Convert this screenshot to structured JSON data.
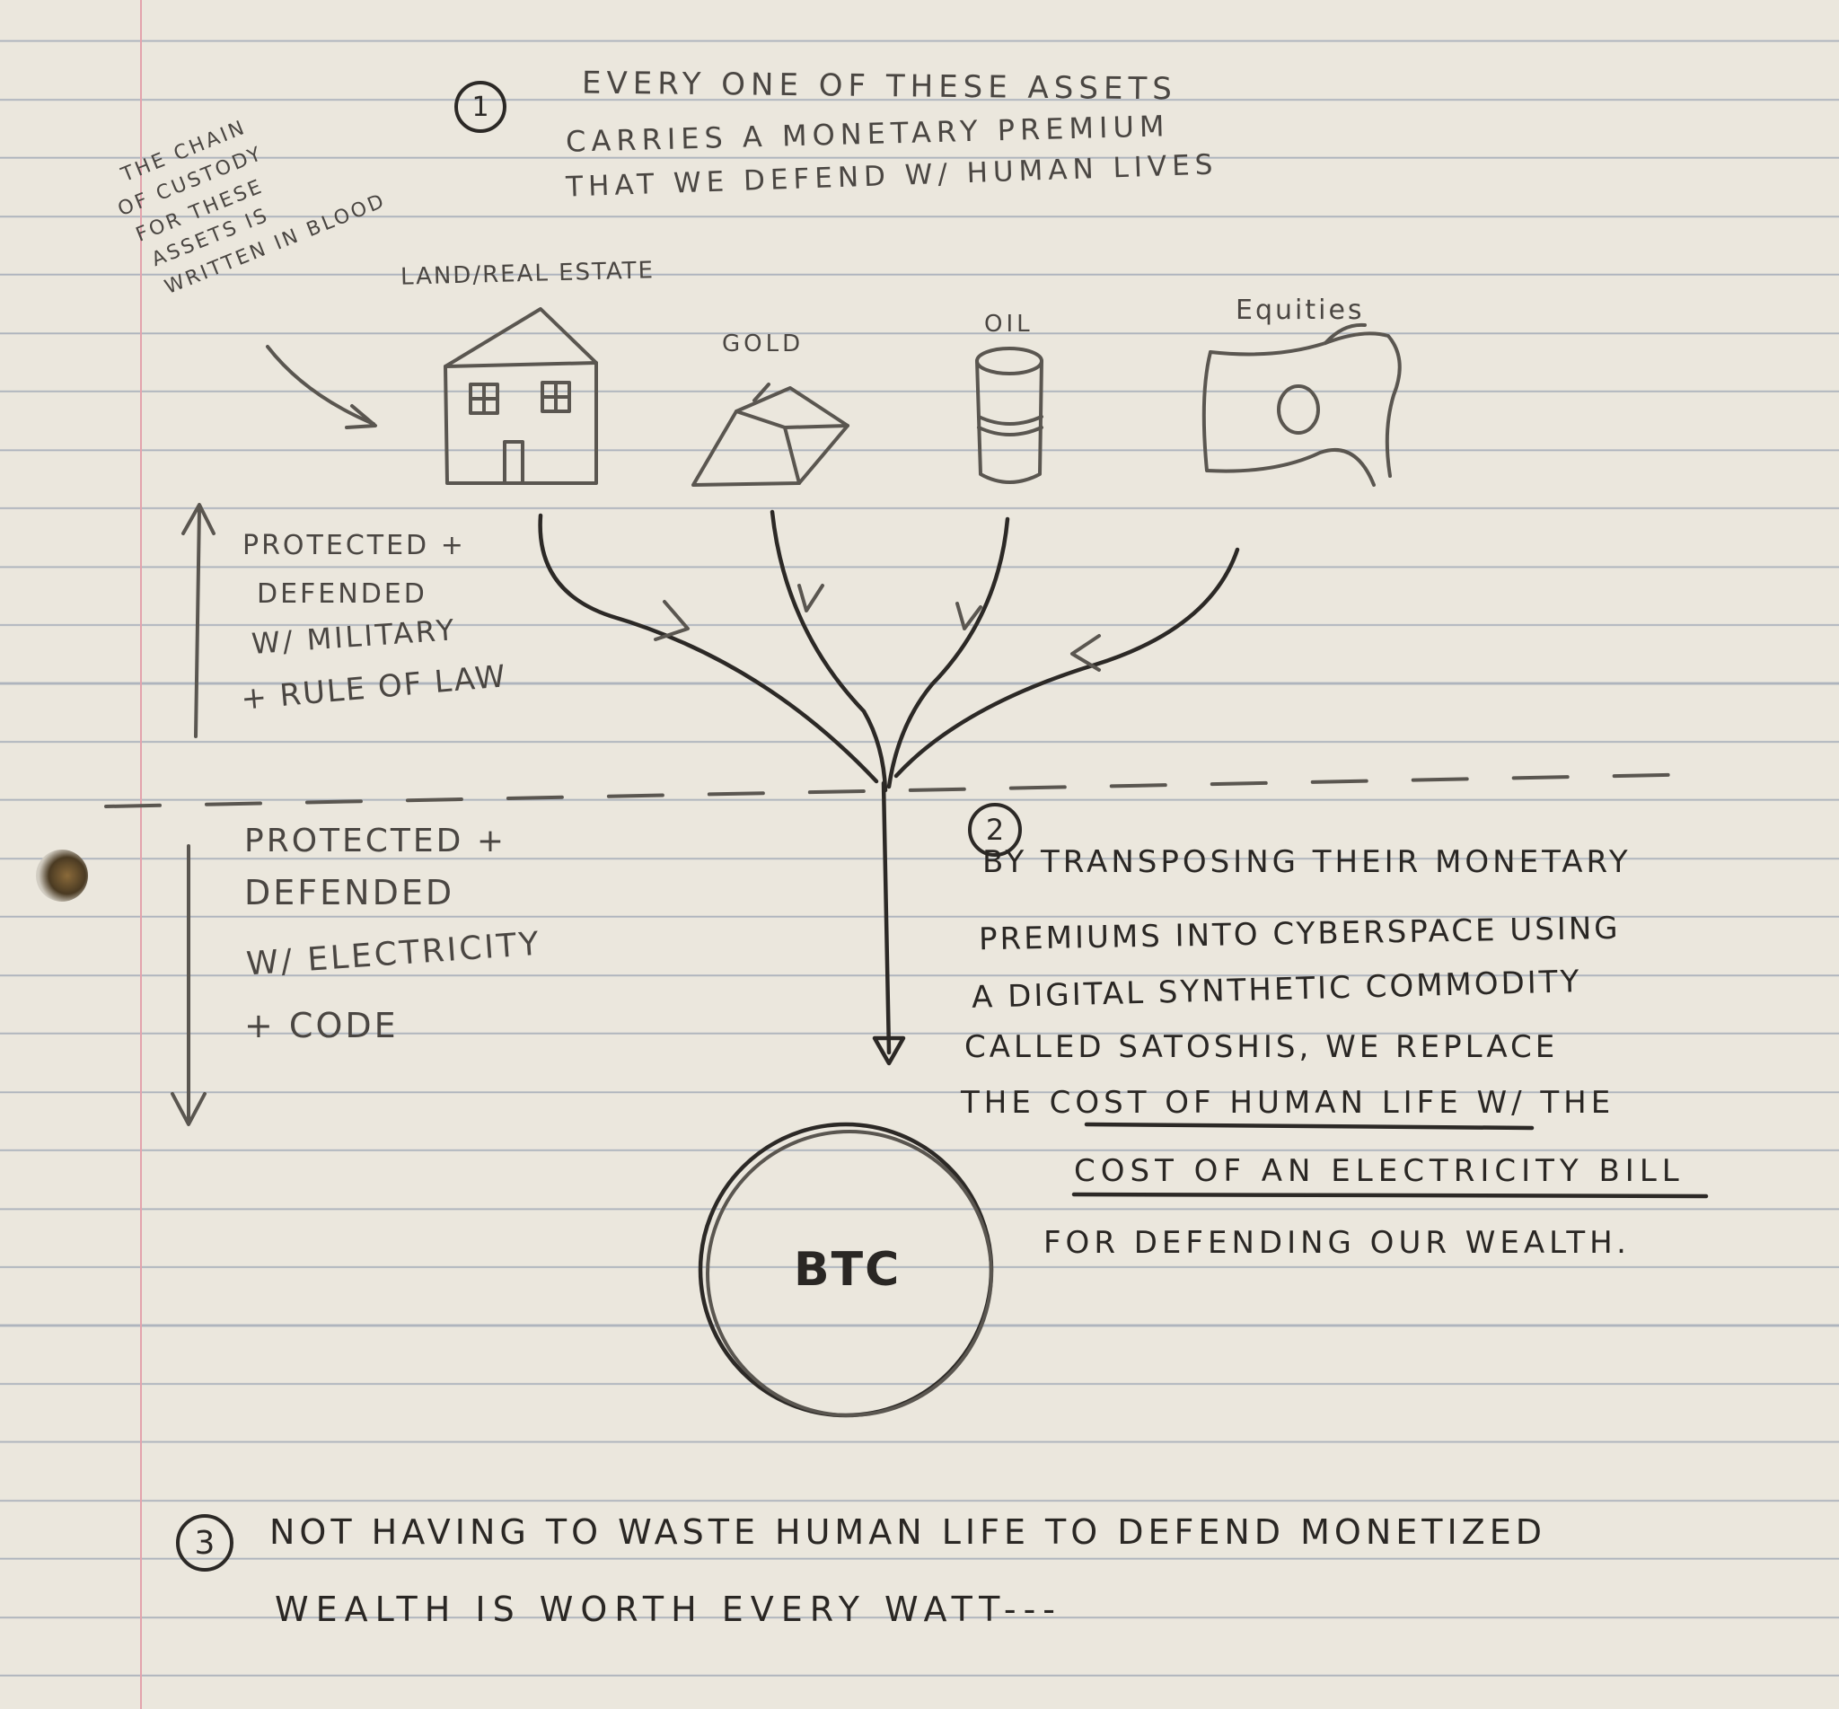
{
  "note_1": {
    "number": "1",
    "lines": [
      "Every one of these assets",
      "carries a monetary premium",
      "that we defend w/ human lives"
    ]
  },
  "side_note": {
    "lines": [
      "The chain",
      "of custody",
      "for these",
      "assets is",
      "written in blood"
    ]
  },
  "assets": [
    {
      "label": "Land/Real Estate",
      "icon": "house-icon"
    },
    {
      "label": "Gold",
      "icon": "gold-bar-icon"
    },
    {
      "label": "Oil",
      "icon": "oil-barrel-icon"
    },
    {
      "label": "Equities",
      "icon": "stock-certificate-icon"
    }
  ],
  "upper_label": {
    "lines": [
      "Protected +",
      "Defended",
      "w/ Military",
      "+ Rule of Law"
    ]
  },
  "lower_label": {
    "lines": [
      "Protected +",
      "Defended",
      "w/ Electricity",
      "+ Code"
    ]
  },
  "center_node": {
    "label": "BTC"
  },
  "note_2": {
    "number": "2",
    "lines": [
      "By transposing their monetary",
      "premiums into cyberspace using",
      "a digital synthetic commodity",
      "called satoshis, we replace",
      "the cost of human life w/ the",
      "cost of an electricity bill",
      "for defending our wealth."
    ]
  },
  "note_3": {
    "number": "3",
    "lines": [
      "Not having to waste human life to defend monetized",
      "wealth is worth every watt---"
    ]
  }
}
